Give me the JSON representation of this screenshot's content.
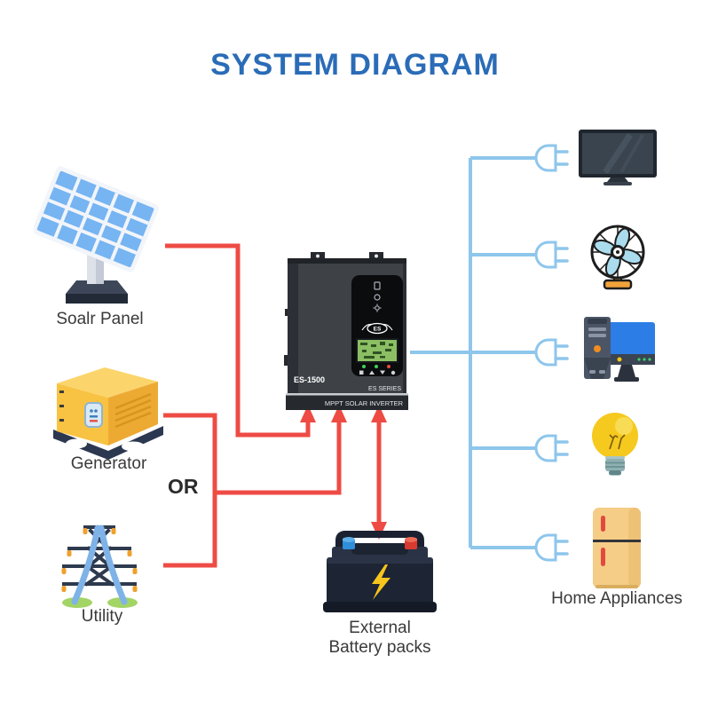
{
  "title": "SYSTEM DIAGRAM",
  "colors": {
    "title": "#2a6cb7",
    "input_line": "#ee4b45",
    "output_line": "#8ec6ec",
    "label": "#3a3a3a",
    "or": "#2b2b2b"
  },
  "sources": {
    "solar_panel": {
      "label": "Soalr Panel"
    },
    "generator": {
      "label": "Generator"
    },
    "utility": {
      "label": "Utility"
    },
    "or_label": "OR"
  },
  "inverter": {
    "model": "ES-1500",
    "series": "ES SERIES",
    "band": "MPPT SOLAR INVERTER",
    "logo": "ES"
  },
  "battery": {
    "label_line1": "External",
    "label_line2": "Battery packs"
  },
  "appliances": {
    "label": "Home Appliances",
    "items": [
      "tv",
      "fan",
      "desktop-computer",
      "light-bulb",
      "refrigerator"
    ]
  },
  "connections": [
    {
      "from": "solar-panel",
      "to": "inverter",
      "type": "input"
    },
    {
      "from": "generator",
      "to": "inverter",
      "type": "input",
      "relation": "OR"
    },
    {
      "from": "utility",
      "to": "inverter",
      "type": "input",
      "relation": "OR"
    },
    {
      "from": "inverter",
      "to": "external-battery-packs",
      "type": "bidirectional"
    },
    {
      "from": "inverter",
      "to": "home-appliances",
      "type": "output",
      "branches": 5
    }
  ]
}
